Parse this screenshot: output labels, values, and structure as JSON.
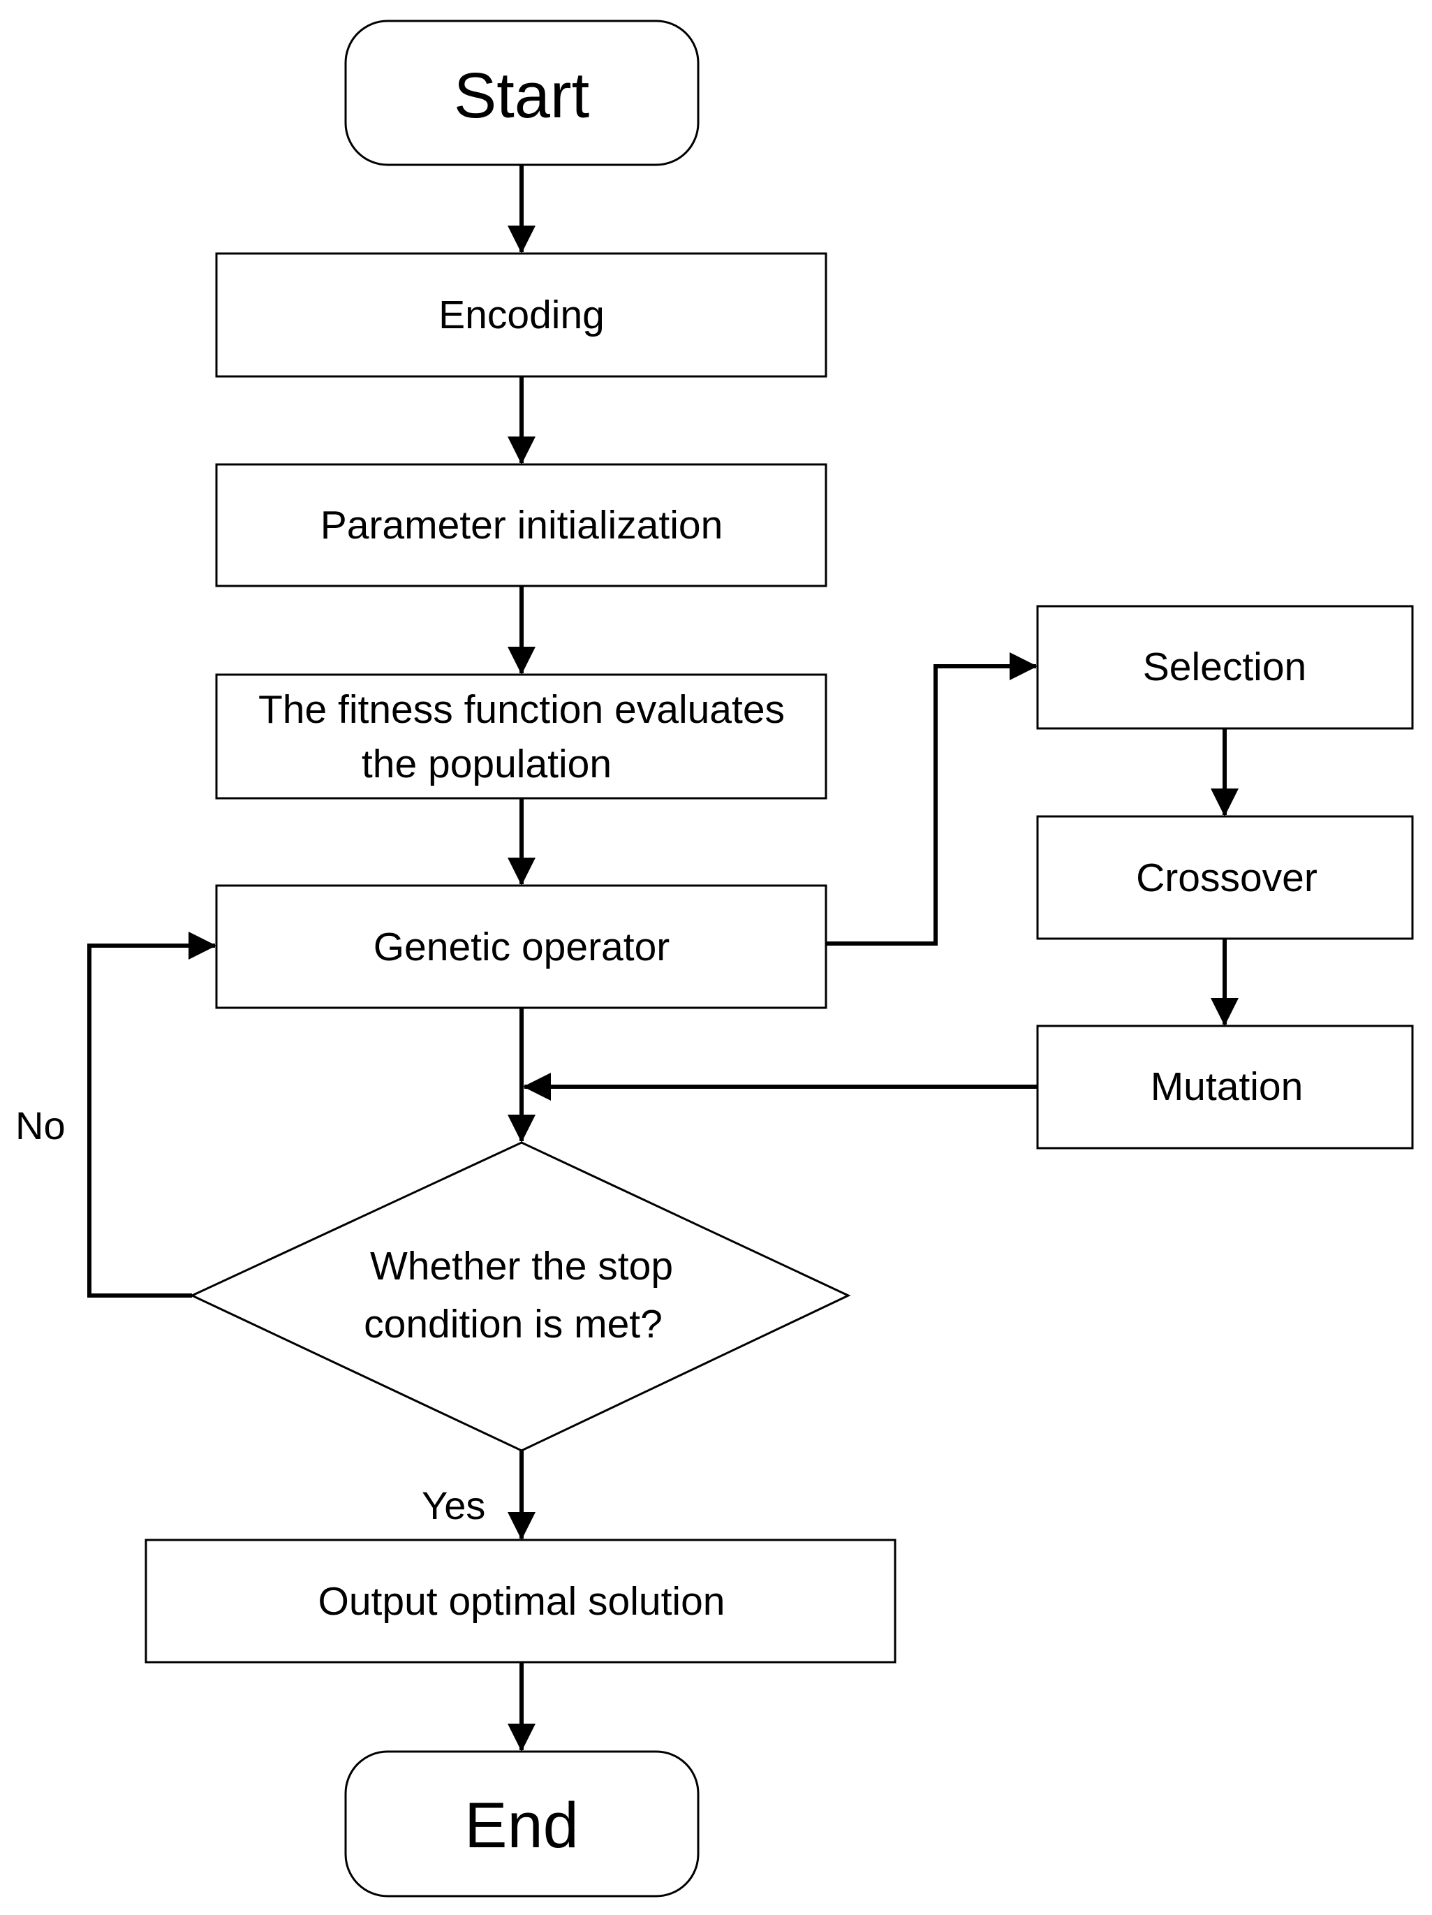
{
  "nodes": {
    "start": "Start",
    "encoding": "Encoding",
    "param_init": "Parameter initialization",
    "fitness_line1": "The fitness function evaluates",
    "fitness_line2": "the population",
    "genetic": "Genetic operator",
    "selection": "Selection",
    "crossover": "Crossover",
    "mutation": "Mutation",
    "decision_line1": "Whether the stop",
    "decision_line2": "condition is met?",
    "output": "Output optimal solution",
    "end": "End"
  },
  "labels": {
    "no": "No",
    "yes": "Yes"
  },
  "colors": {
    "stroke": "#000000",
    "fill": "#ffffff"
  }
}
